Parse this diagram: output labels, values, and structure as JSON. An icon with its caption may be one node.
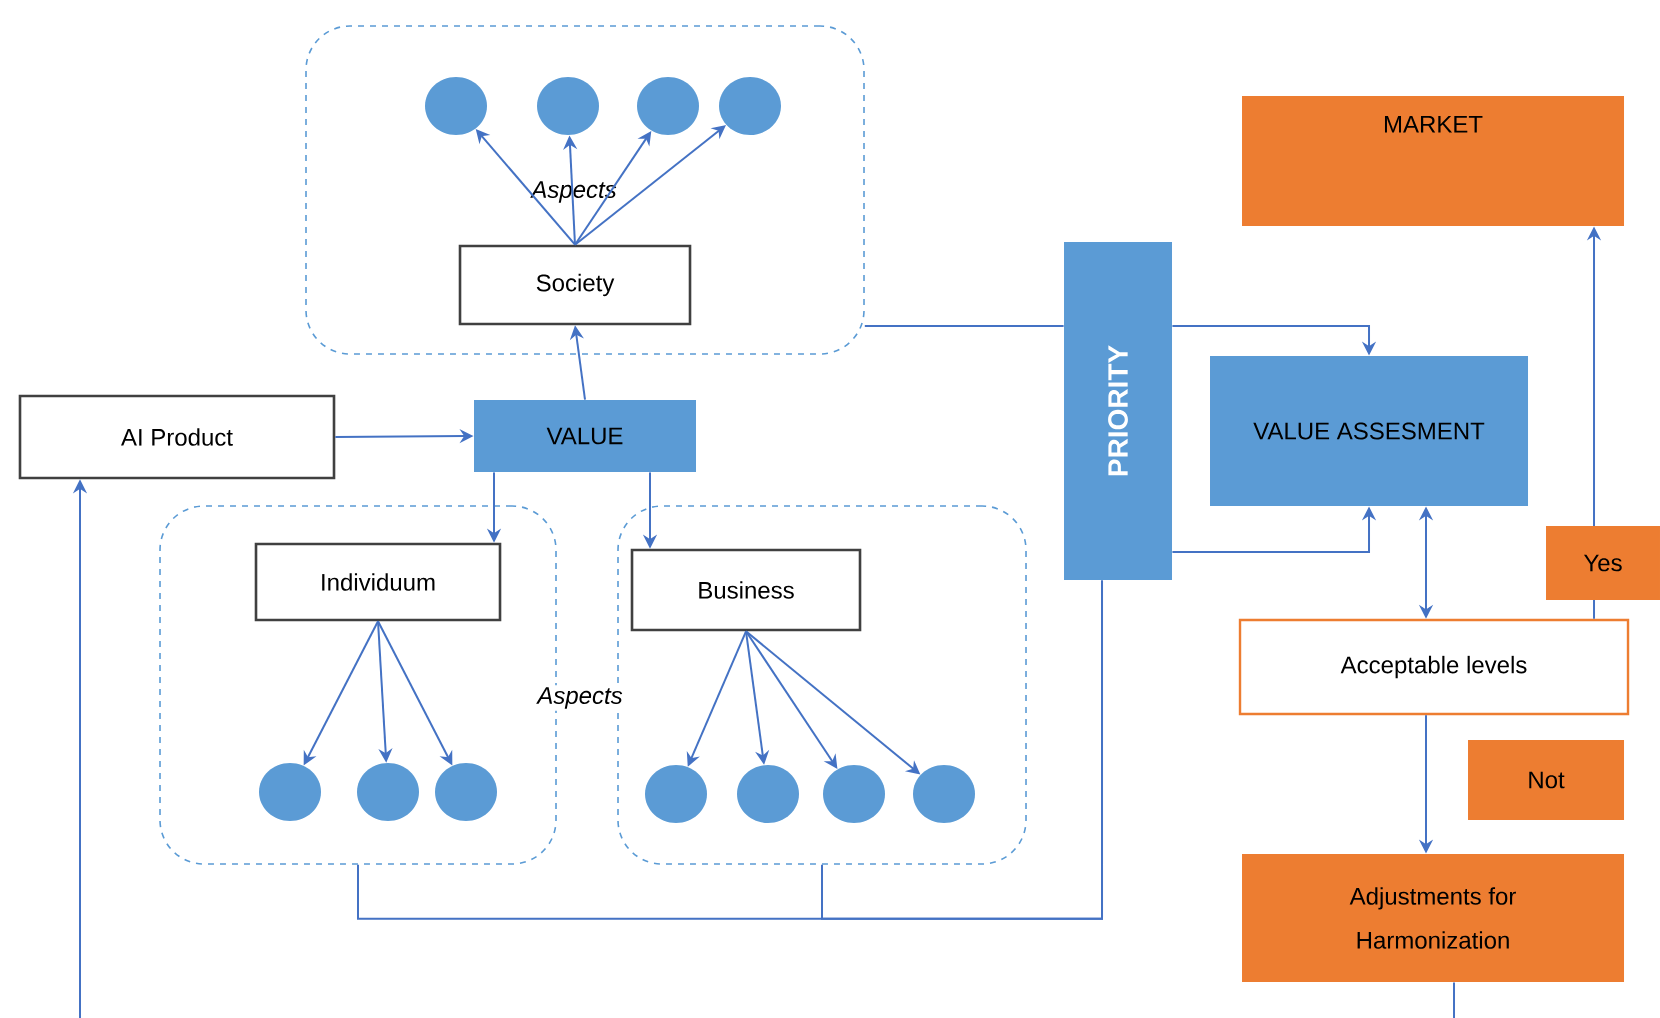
{
  "diagram": {
    "nodes": [
      {
        "text": [],
        "shape": "box"
      },
      {
        "text": [],
        "shape": "circle",
        "in": 0
      },
      {
        "text": [],
        "shape": "circle",
        "in": 0
      },
      {
        "text": [],
        "shape": "circle",
        "in": 0
      },
      {
        "text": [],
        "shape": "circle",
        "in": 0
      },
      {
        "text": [
          "Society"
        ],
        "in": 0
      },
      {
        "text": [
          "AI Product"
        ]
      },
      {
        "text": [
          "VALUE"
        ]
      },
      {
        "text": [],
        "shape": "box"
      },
      {
        "text": [
          "Individuum"
        ],
        "in": 8
      },
      {
        "text": [],
        "shape": "circle",
        "in": 8
      },
      {
        "text": [],
        "shape": "circle",
        "in": 8
      },
      {
        "text": [],
        "shape": "circle",
        "in": 8
      },
      {
        "text": [],
        "shape": "box"
      },
      {
        "text": [
          "Business"
        ],
        "in": 13
      },
      {
        "text": [],
        "shape": "circle",
        "in": 13
      },
      {
        "text": [],
        "shape": "circle",
        "in": 13
      },
      {
        "text": [],
        "shape": "circle",
        "in": 13
      },
      {
        "text": [],
        "shape": "circle",
        "in": 13
      },
      {
        "text": [
          "PRIORITY"
        ]
      },
      {
        "text": [
          "VALUE ASSESMENT"
        ]
      },
      {
        "text": [
          "MARKET"
        ]
      },
      {
        "text": [
          "Acceptable levels"
        ]
      },
      {
        "text": [
          "Adjustments for Harmonization"
        ]
      }
    ],
    "edges": [
      {
        "from": 6,
        "to": 7,
        "arrow": "to"
      },
      {
        "from": 7,
        "to": 5,
        "arrow": "to"
      },
      {
        "from": 5,
        "to": 1,
        "arrow": "to"
      },
      {
        "from": 5,
        "to": 2,
        "arrow": "to"
      },
      {
        "from": 5,
        "to": 3,
        "arrow": "to"
      },
      {
        "from": 5,
        "to": 4,
        "arrow": "to"
      },
      {
        "from": 7,
        "to": 9,
        "arrow": "to"
      },
      {
        "from": 7,
        "to": 14,
        "arrow": "to"
      },
      {
        "from": 9,
        "to": 10,
        "arrow": "to"
      },
      {
        "from": 9,
        "to": 11,
        "arrow": "to"
      },
      {
        "from": 9,
        "to": 12,
        "arrow": "to"
      },
      {
        "from": 14,
        "to": 15,
        "arrow": "to"
      },
      {
        "from": 14,
        "to": 16,
        "arrow": "to"
      },
      {
        "from": 14,
        "to": 17,
        "arrow": "to"
      },
      {
        "from": 14,
        "to": 18,
        "arrow": "to"
      },
      {
        "from": 0,
        "to": 19,
        "arrow": "none"
      },
      {
        "from": 19,
        "to": 20,
        "arrow": "to"
      },
      {
        "from": 8,
        "to": 19,
        "arrow": "none"
      },
      {
        "from": 13,
        "to": 19,
        "arrow": "none"
      },
      {
        "from": 19,
        "to": 20,
        "arrow": "to"
      },
      {
        "from": 20,
        "to": 22,
        "arrow": "both"
      },
      {
        "from": 22,
        "to": 21,
        "arrow": "to",
        "label": "Yes"
      },
      {
        "from": 22,
        "to": 23,
        "arrow": "to",
        "label": "Not"
      },
      {
        "from": null,
        "to": 6,
        "arrow": "to"
      },
      {
        "from": 23,
        "to": null,
        "arrow": "none"
      }
    ],
    "labels": [
      "Aspects",
      "Aspects"
    ]
  }
}
